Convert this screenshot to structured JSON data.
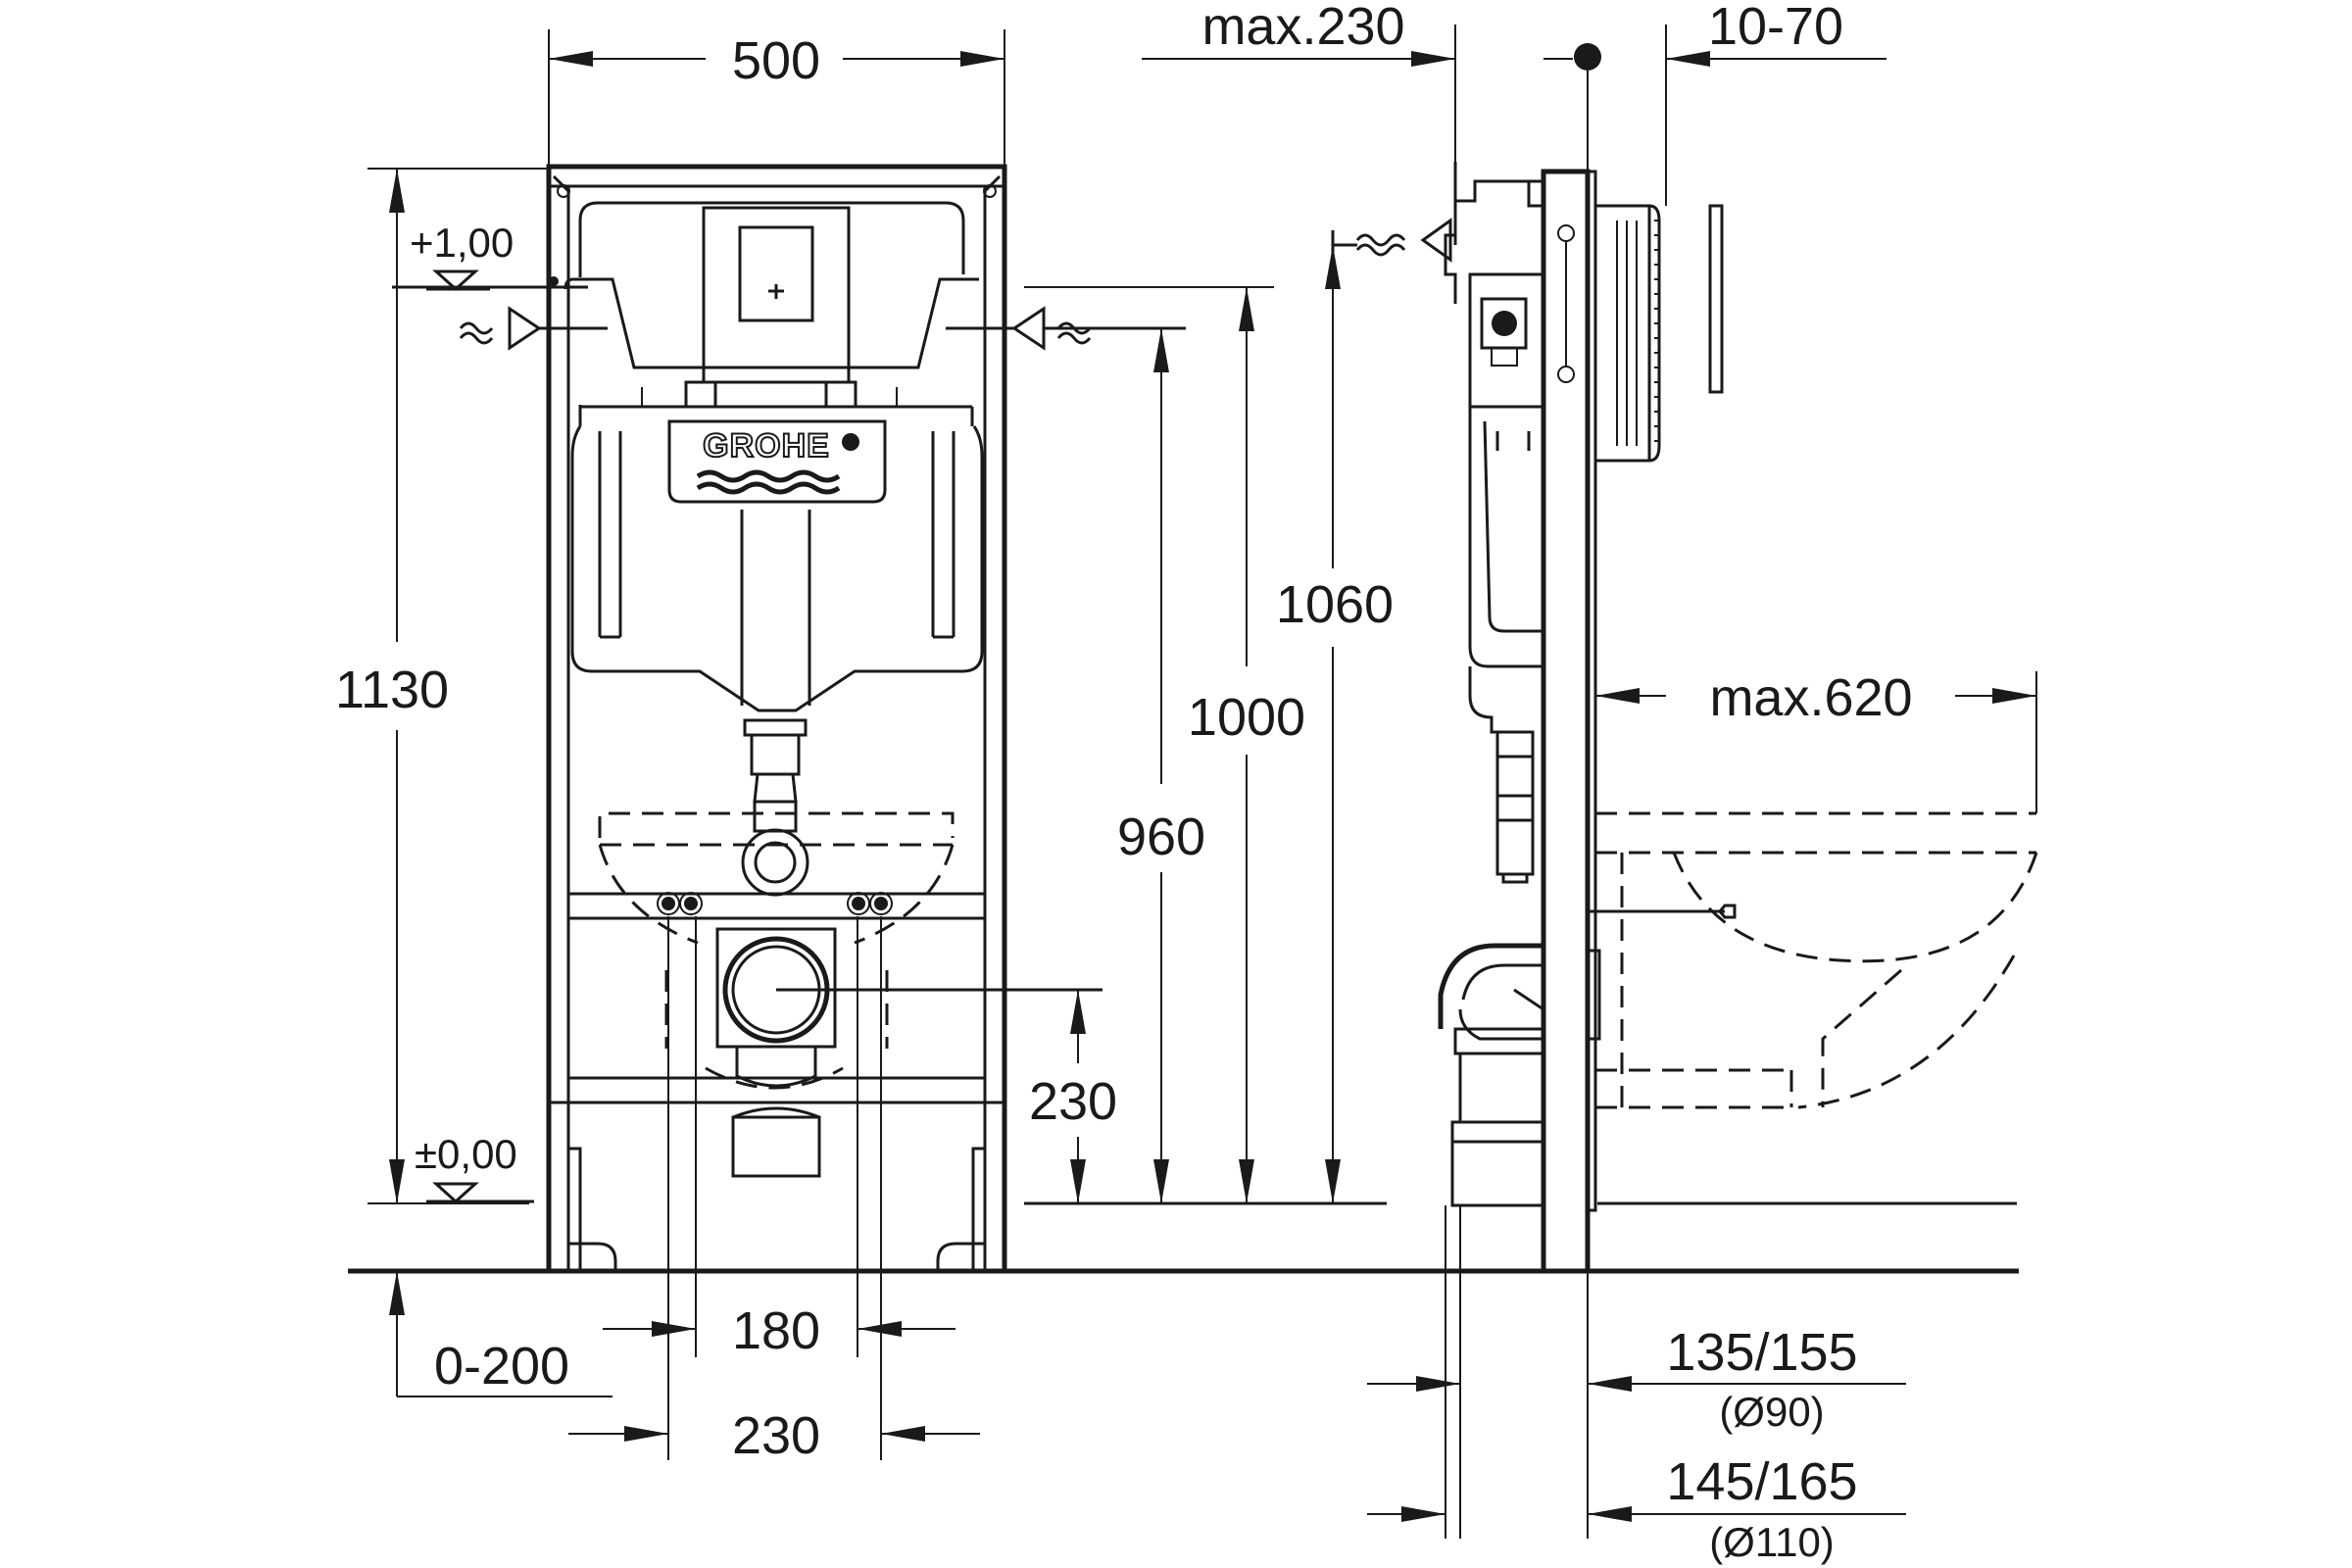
{
  "logo": {
    "text": "GROHE"
  },
  "front_view": {
    "width": "500",
    "total_height": "1130",
    "level_top": "+1,00",
    "level_zero": "±0,00",
    "inlet_height_1000": "1000",
    "inlet_height_960": "960",
    "outlet_height": "230",
    "bolt_spacing": "180",
    "foot_spacing": "230",
    "foot_adjust": "0-200"
  },
  "side_view": {
    "inlet_offset": "max.230",
    "wall_thickness": "10-70",
    "frame_height": "1060",
    "max_projection": "max.620",
    "drain_90": "135/155",
    "drain_90_diameter": "(Ø90)",
    "drain_110": "145/165",
    "drain_110_diameter": "(Ø110)"
  }
}
